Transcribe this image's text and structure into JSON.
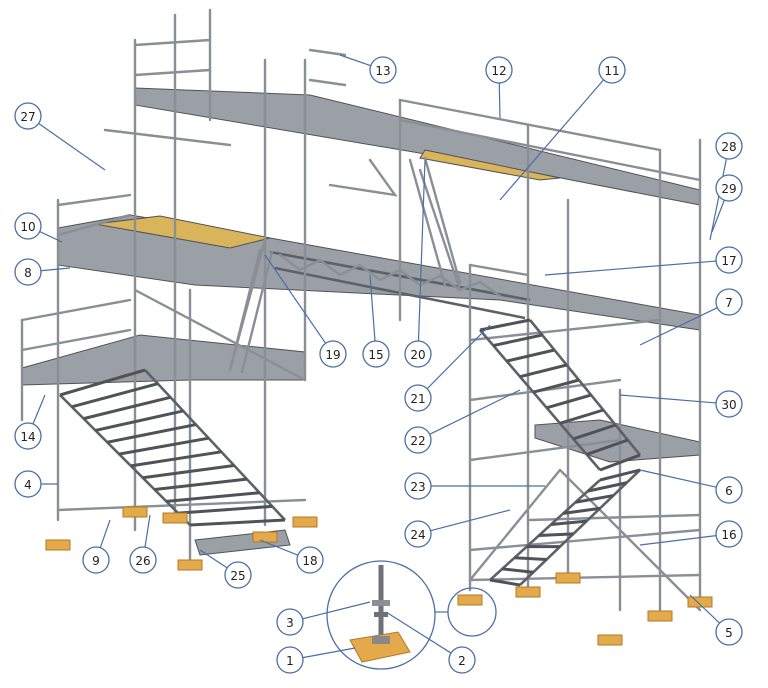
{
  "diagram": {
    "type": "scaffold parts diagram",
    "accent_color": "#4a6fa5",
    "callouts": [
      "1",
      "2",
      "3",
      "4",
      "5",
      "6",
      "7",
      "8",
      "9",
      "10",
      "11",
      "12",
      "13",
      "14",
      "15",
      "16",
      "17",
      "18",
      "19",
      "20",
      "21",
      "22",
      "23",
      "24",
      "25",
      "26",
      "27",
      "28",
      "29",
      "30"
    ]
  }
}
